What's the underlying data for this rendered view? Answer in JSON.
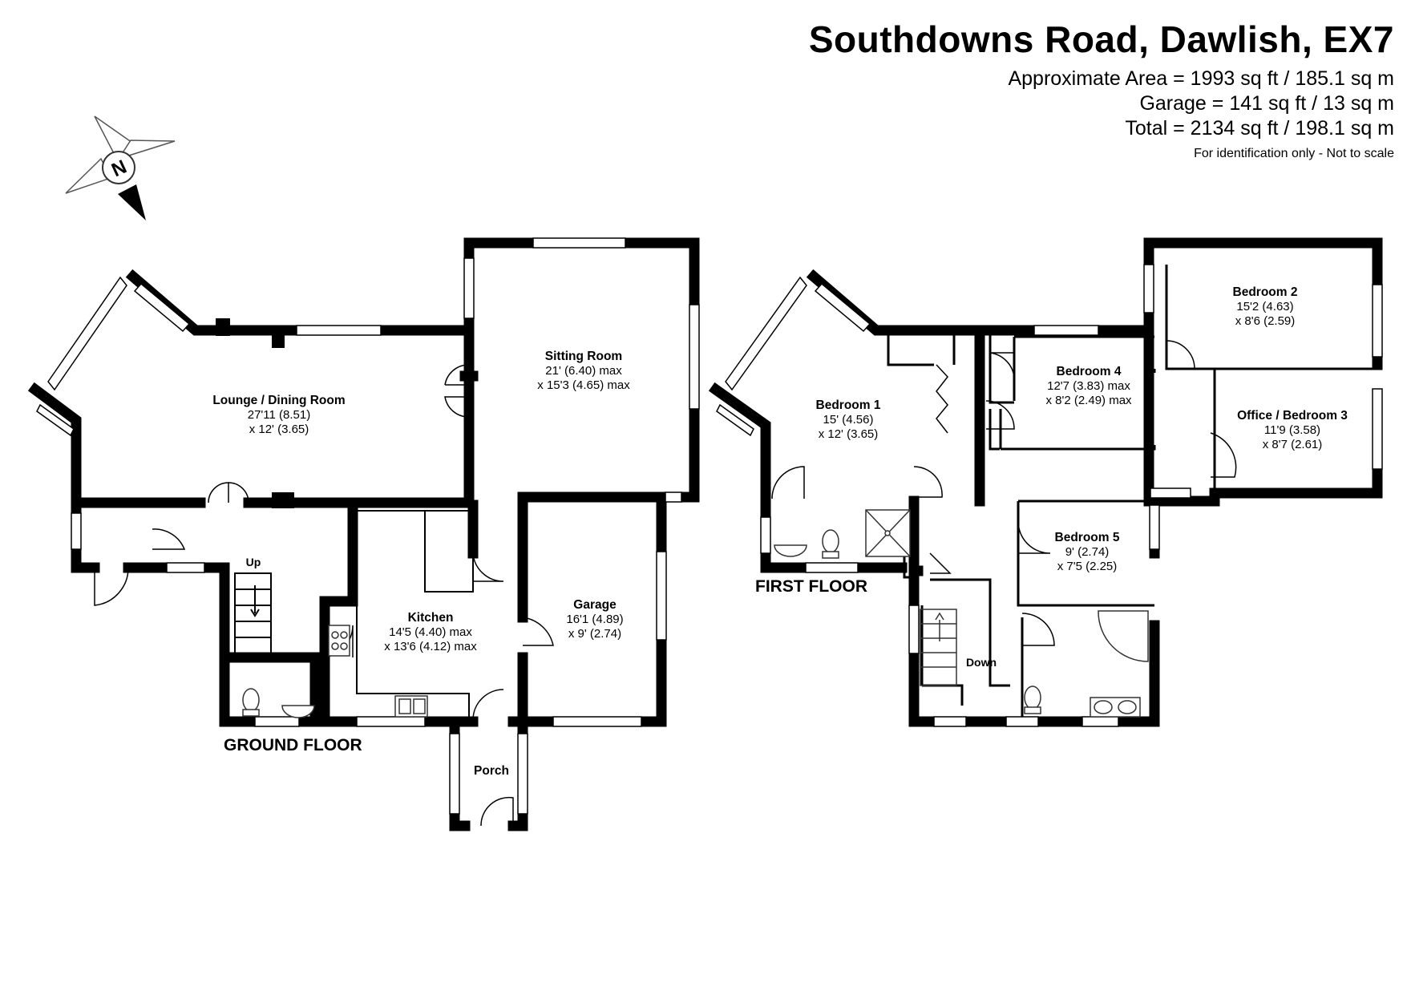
{
  "header": {
    "title": "Southdowns Road, Dawlish, EX7",
    "area": "Approximate Area = 1993 sq ft / 185.1 sq m",
    "garage": "Garage = 141 sq ft / 13 sq m",
    "total": "Total = 2134 sq ft / 198.1 sq m",
    "note": "For identification only - Not to scale"
  },
  "compass": {
    "letter": "N"
  },
  "ground_floor": {
    "label": "GROUND FLOOR",
    "stairs_label": "Up",
    "rooms": {
      "lounge": {
        "name": "Lounge / Dining Room",
        "dim1": "27'11 (8.51)",
        "dim2": "x 12' (3.65)"
      },
      "sitting": {
        "name": "Sitting Room",
        "dim1": "21' (6.40) max",
        "dim2": "x 15'3 (4.65) max"
      },
      "kitchen": {
        "name": "Kitchen",
        "dim1": "14'5 (4.40) max",
        "dim2": "x 13'6 (4.12) max"
      },
      "garage": {
        "name": "Garage",
        "dim1": "16'1 (4.89)",
        "dim2": "x 9' (2.74)"
      },
      "porch": {
        "name": "Porch"
      }
    }
  },
  "first_floor": {
    "label": "FIRST FLOOR",
    "stairs_label": "Down",
    "rooms": {
      "bedroom1": {
        "name": "Bedroom 1",
        "dim1": "15' (4.56)",
        "dim2": "x 12' (3.65)"
      },
      "bedroom2": {
        "name": "Bedroom 2",
        "dim1": "15'2 (4.63)",
        "dim2": "x 8'6 (2.59)"
      },
      "bedroom4": {
        "name": "Bedroom 4",
        "dim1": "12'7 (3.83) max",
        "dim2": "x 8'2 (2.49) max"
      },
      "office": {
        "name": "Office / Bedroom 3",
        "dim1": "11'9 (3.58)",
        "dim2": "x 8'7 (2.61)"
      },
      "bedroom5": {
        "name": "Bedroom 5",
        "dim1": "9' (2.74)",
        "dim2": "x 7'5 (2.25)"
      }
    }
  },
  "colors": {
    "wall": "#000000",
    "window": "#ffffff",
    "fixture_line": "#333333"
  }
}
